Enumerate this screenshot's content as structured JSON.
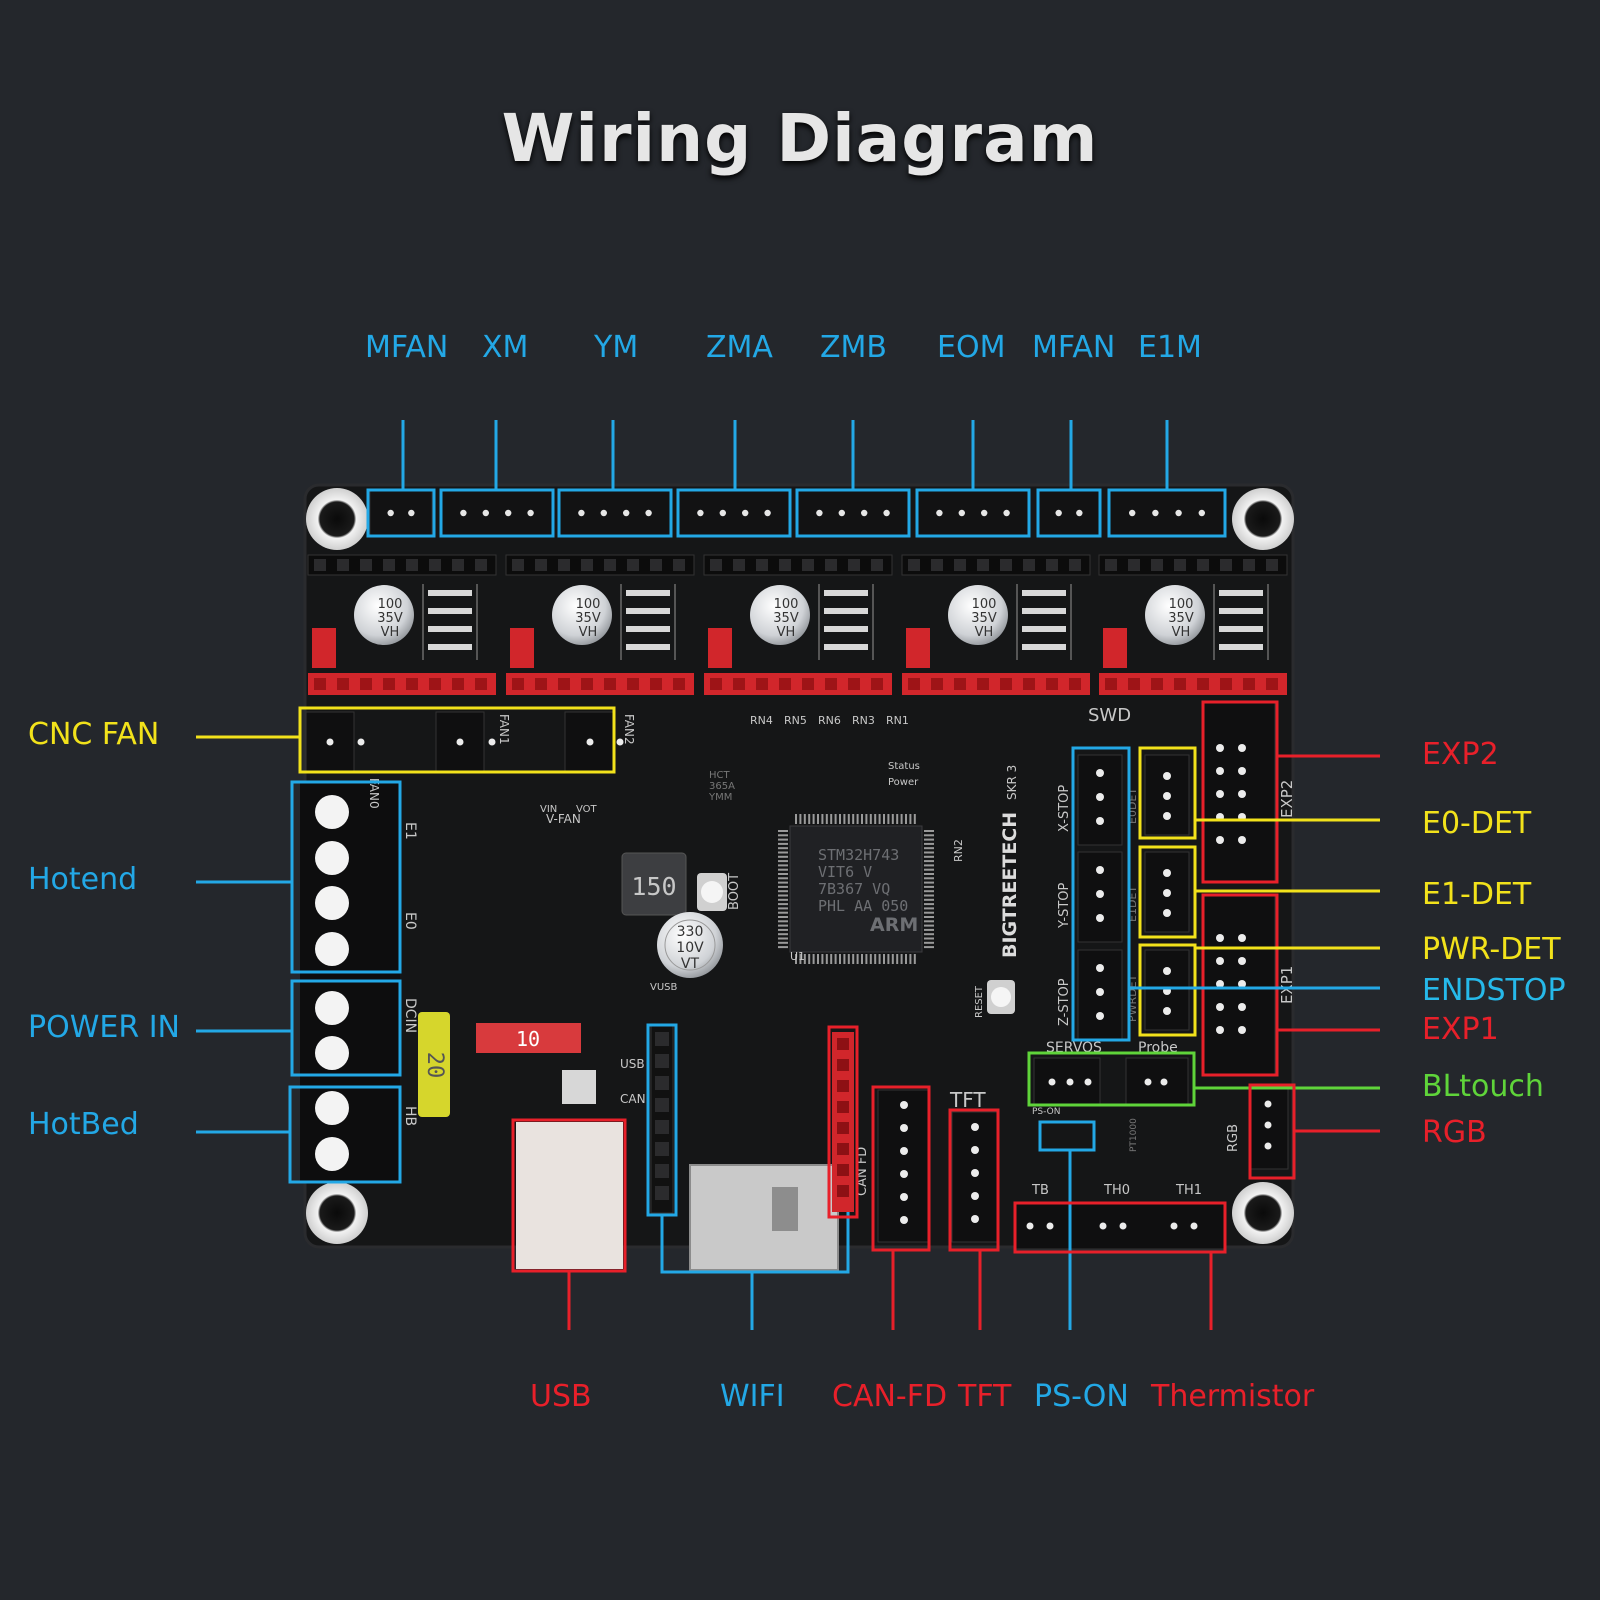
{
  "title": "Wiring Diagram",
  "colors": {
    "blue": "#23a8e6",
    "red": "#e8202a",
    "yellow": "#f2e21b",
    "green": "#5fd43a",
    "board": "#151617"
  },
  "labels": {
    "top": [
      "MFAN",
      "XM",
      "YM",
      "ZMA",
      "ZMB",
      "EOM",
      "MFAN",
      "E1M"
    ],
    "left": [
      "CNC FAN",
      "Hotend",
      "POWER IN",
      "HotBed"
    ],
    "right": [
      "EXP2",
      "E0-DET",
      "E1-DET",
      "PWR-DET",
      "ENDSTOP",
      "EXP1",
      "BLtouch",
      "RGB"
    ],
    "bottom": [
      "USB",
      "WIFI",
      "CAN-FD",
      "TFT",
      "PS-ON",
      "Thermistor"
    ]
  },
  "board": {
    "chip": [
      "STM32H743",
      "VIT6     V",
      "7B367 VQ",
      "PHL  AA  050"
    ],
    "brand": "BIGTREETECH",
    "model": "SKR 3",
    "arm": "ARM",
    "caps": [
      "100",
      "35V",
      "VH"
    ],
    "big_cap": [
      "330",
      "10V",
      "VT"
    ],
    "inductor": "150",
    "fuse_small": "10",
    "fuse_big": "20",
    "hct": [
      "HCT",
      "365A",
      "YMM"
    ],
    "silk": {
      "swd": "SWD",
      "servos": "SERVOS",
      "probe": "Probe",
      "tft": "TFT",
      "can_fd": "CAN FD",
      "tb": "TB",
      "th0": "TH0",
      "th1": "TH1",
      "boot": "BOOT",
      "reset": "RESET",
      "status": "Status",
      "power": "Power",
      "vusb": "VUSB",
      "vfan": "V-FAN",
      "vin": "VIN",
      "vot": "VOT",
      "u1": "U1",
      "rn2": "RN2",
      "rn": [
        "RN4",
        "RN5",
        "RN6",
        "RN3",
        "RN1"
      ],
      "xstop": "X-STOP",
      "ystop": "Y-STOP",
      "zstop": "Z-STOP",
      "e0det": "E0DET",
      "e1det": "E1DET",
      "pwrdet": "PWRDET",
      "exp1": "EXP1",
      "exp2": "EXP2",
      "rgb": "RGB",
      "ps_on": "PS-ON",
      "fan0": "FAN0",
      "fan1": "FAN1",
      "fan2": "FAN2",
      "e1": "E1",
      "e0": "E0",
      "dcin": "DCIN",
      "hb": "HB",
      "usb": "USB",
      "can": "CAN",
      "pt1000": "PT1000"
    }
  }
}
